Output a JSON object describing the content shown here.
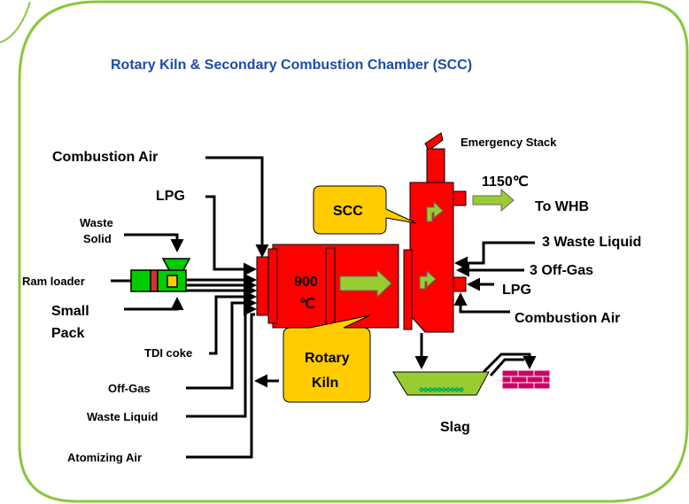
{
  "title": "Rotary Kiln & Secondary Combustion Chamber (SCC)",
  "colors": {
    "frame_border": "#8cc63f",
    "equipment": "#ff0000",
    "callout": "#ffcc00",
    "arrow": "#99cc33",
    "loader": "#00cc00",
    "slag_tray": "#99cc33",
    "brick": "#cc0066",
    "title_text": "#1f4aa8"
  },
  "left_inputs": {
    "combustion_air": "Combustion Air",
    "lpg": "LPG",
    "waste_solid_line1": "Waste",
    "waste_solid_line2": "Solid",
    "ram_loader": "Ram loader",
    "small_pack_line1": "Small",
    "small_pack_line2": "Pack",
    "tdi_coke": "TDI coke",
    "off_gas": "Off-Gas",
    "waste_liquid": "Waste Liquid",
    "atomizing_air": "Atomizing Air"
  },
  "kiln": {
    "temperature_value": "900",
    "temperature_unit": "℃",
    "callout_line1": "Rotary",
    "callout_line2": "Kiln"
  },
  "scc": {
    "callout": "SCC",
    "emergency_stack": "Emergency Stack",
    "outlet_temperature": "1150℃",
    "to_whb": "To WHB"
  },
  "right_inputs": {
    "waste_liquid": "3 Waste Liquid",
    "off_gas": "3 Off-Gas",
    "lpg": "LPG",
    "combustion_air": "Combustion Air"
  },
  "slag": "Slag"
}
